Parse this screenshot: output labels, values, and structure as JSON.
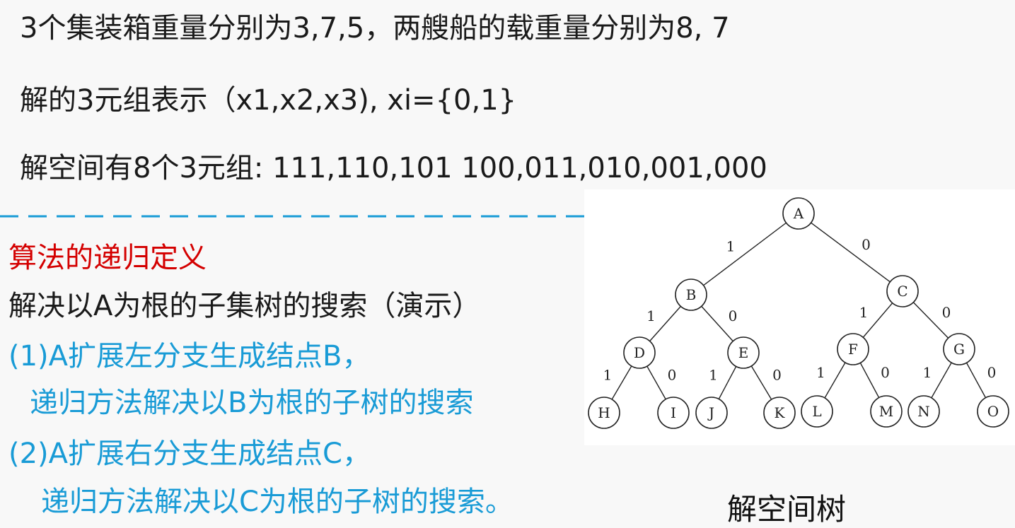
{
  "lines": {
    "line1": "3个集装箱重量分别为3,7,5，两艘船的载重量分别为8, 7",
    "line2": "解的3元组表示（x1,x2,x3), xi={0,1}",
    "line3": "解空间有8个3元组: 111,110,101 100,011,010,001,000"
  },
  "algorithm": {
    "title": "算法的递归定义",
    "subtitle": "解决以A为根的子集树的搜索（演示）",
    "step1_a": "(1)A扩展左分支生成结点B，",
    "step1_b": "递归方法解决以B为根的子树的搜索",
    "step2_a": "(2)A扩展右分支生成结点C，",
    "step2_b": "递归方法解决以C为根的子树的搜索。"
  },
  "tree": {
    "caption": "解空间树",
    "nodes": {
      "A": "A",
      "B": "B",
      "C": "C",
      "D": "D",
      "E": "E",
      "F": "F",
      "G": "G",
      "H": "H",
      "I": "I",
      "J": "J",
      "K": "K",
      "L": "L",
      "M": "M",
      "N": "N",
      "O": "O"
    },
    "edge_label_left": "1",
    "edge_label_right": "0"
  },
  "colors": {
    "black": "#1a1a1a",
    "red": "#d40000",
    "blue": "#199bd6"
  }
}
